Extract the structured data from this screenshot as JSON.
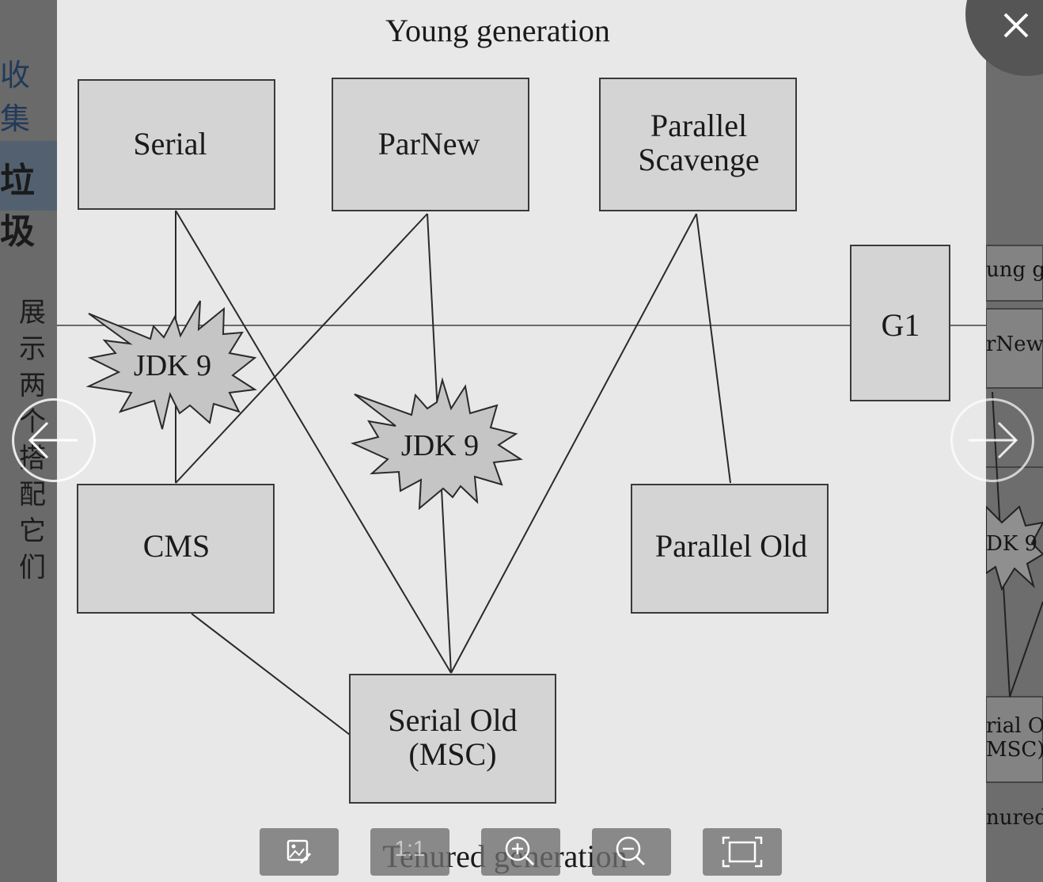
{
  "background_page": {
    "left_heading": "收集",
    "left_section": "垃圾",
    "left_lines": [
      "展示",
      "两个",
      "搭配",
      "它们"
    ],
    "right_labels": [
      "ung ge",
      "rNew",
      "DK 9",
      "rial Ol",
      "MSC)",
      "nured g"
    ]
  },
  "diagram": {
    "top_label": "Young generation",
    "bottom_label": "Tenured generation",
    "nodes": {
      "serial": "Serial",
      "parnew": "ParNew",
      "parallel_scavenge": [
        "Parallel",
        "Scavenge"
      ],
      "g1": "G1",
      "cms": "CMS",
      "parallel_old": "Parallel Old",
      "serial_old": [
        "Serial Old",
        "(MSC)"
      ]
    },
    "jdk_badges": [
      "JDK 9",
      "JDK 9"
    ]
  },
  "toolbar": {
    "actual_size_label": "1:1",
    "buttons": [
      "image-edit-icon",
      "actual-size",
      "zoom-in-icon",
      "zoom-out-icon",
      "fit-screen-icon"
    ]
  },
  "colors": {
    "viewer_bg": "#e8e8e8",
    "box_fill": "#d4d4d4",
    "badge_fill": "#c5c5c5",
    "overlay": "#5f5f5f"
  }
}
